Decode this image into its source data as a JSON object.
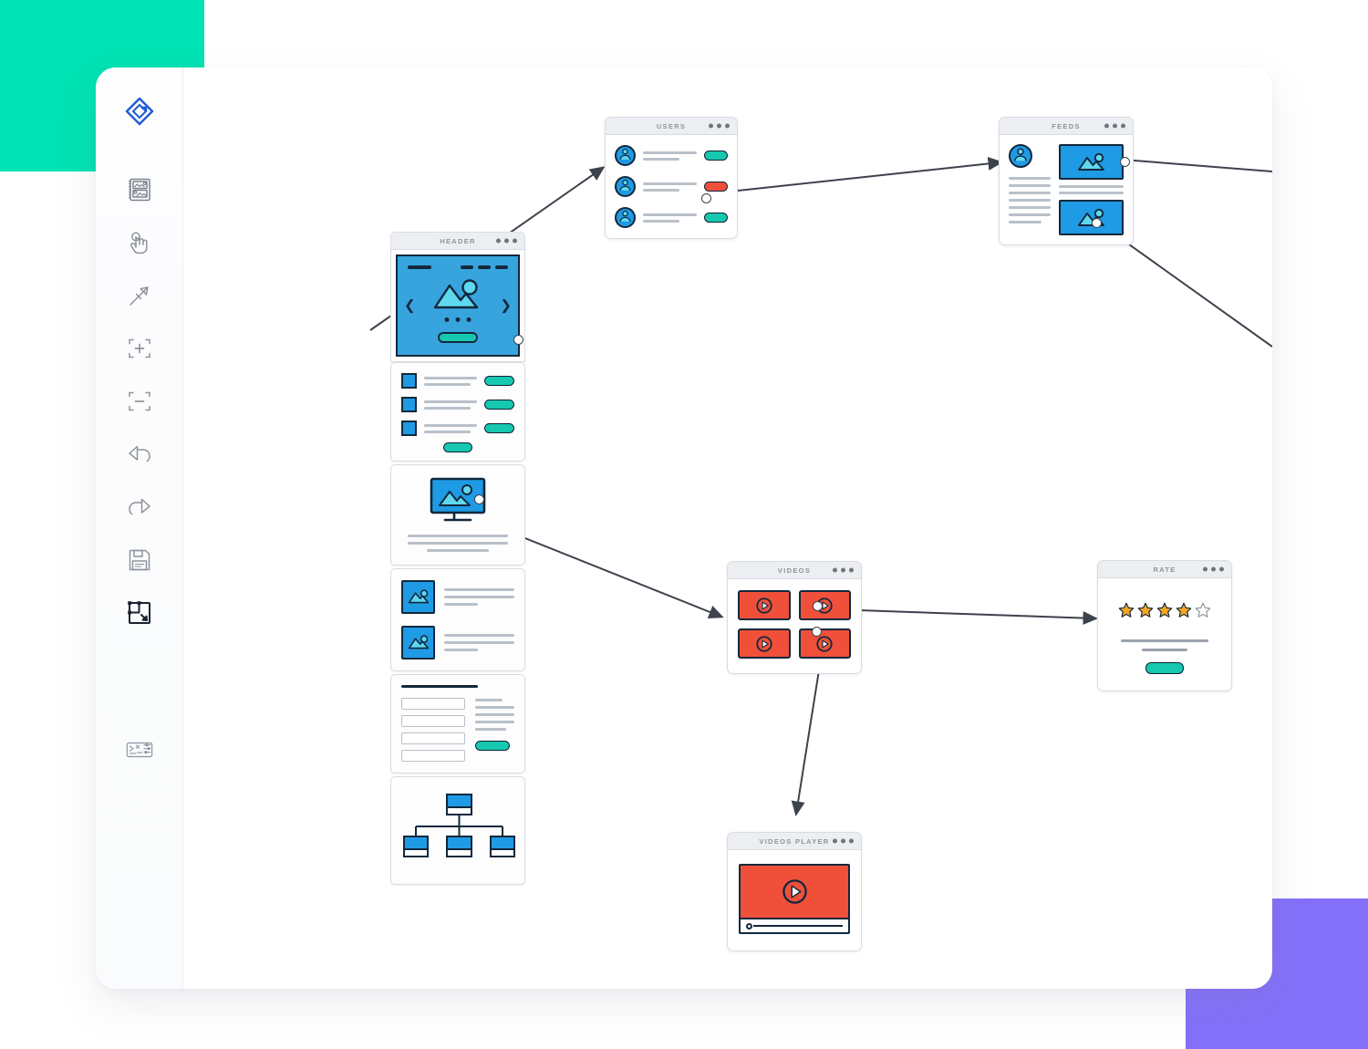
{
  "app": {
    "name": "wireframe-canvas-editor",
    "accent_blue": "#1f9ae4",
    "accent_teal": "#16c8b0",
    "accent_red": "#f0503a",
    "outline_dark": "#12283c",
    "deco_teal": "#00e3b4",
    "deco_purple": "#8470fa",
    "logo_blue": "#1f5bd6"
  },
  "sidebar": {
    "items": [
      {
        "name": "logo",
        "icon": "logo-diamond-icon",
        "active": false
      },
      {
        "name": "assets",
        "icon": "image-library-icon",
        "active": false
      },
      {
        "name": "hand-tool",
        "icon": "hand-pointer-icon",
        "active": false
      },
      {
        "name": "select-tool",
        "icon": "arrow-cursor-icon",
        "active": false
      },
      {
        "name": "zoom-in",
        "icon": "frame-plus-icon",
        "active": false
      },
      {
        "name": "zoom-out",
        "icon": "frame-minus-icon",
        "active": false
      },
      {
        "name": "undo",
        "icon": "undo-arrow-icon",
        "active": false
      },
      {
        "name": "redo",
        "icon": "redo-arrow-icon",
        "active": false
      },
      {
        "name": "save",
        "icon": "floppy-disk-icon",
        "active": false
      },
      {
        "name": "export-resize",
        "icon": "resize-frame-icon",
        "active": true
      },
      {
        "name": "settings-panel",
        "icon": "sliders-panel-icon",
        "active": false
      }
    ]
  },
  "canvas": {
    "cards": {
      "header": {
        "title": "HEADER"
      },
      "users": {
        "title": "USERS"
      },
      "feeds": {
        "title": "FEEDS"
      },
      "videos": {
        "title": "VIDEOS"
      },
      "rate": {
        "title": "RATE"
      },
      "videos_player": {
        "title": "VIDEOS PLAYER"
      }
    },
    "rate": {
      "stars_filled": 4,
      "stars_total": 5
    },
    "users": {
      "rows": 3,
      "row_pill_colors": [
        "teal",
        "red",
        "teal"
      ]
    },
    "videos": {
      "tiles": 4
    },
    "feeds": {
      "thumbnails": 2
    },
    "phone_sections": [
      {
        "name": "hero-carousel"
      },
      {
        "name": "icon-list"
      },
      {
        "name": "monitor-feature"
      },
      {
        "name": "media-list"
      },
      {
        "name": "contact-form"
      },
      {
        "name": "sitemap-tree"
      }
    ],
    "connections": [
      {
        "from": "header",
        "to": "users"
      },
      {
        "from": "users",
        "to": "feeds"
      },
      {
        "from": "feeds",
        "to": "offscreen-right-top"
      },
      {
        "from": "feeds",
        "to": "offscreen-right-bottom"
      },
      {
        "from": "monitor-feature",
        "to": "videos"
      },
      {
        "from": "videos",
        "to": "rate"
      },
      {
        "from": "videos",
        "to": "videos_player"
      }
    ]
  }
}
